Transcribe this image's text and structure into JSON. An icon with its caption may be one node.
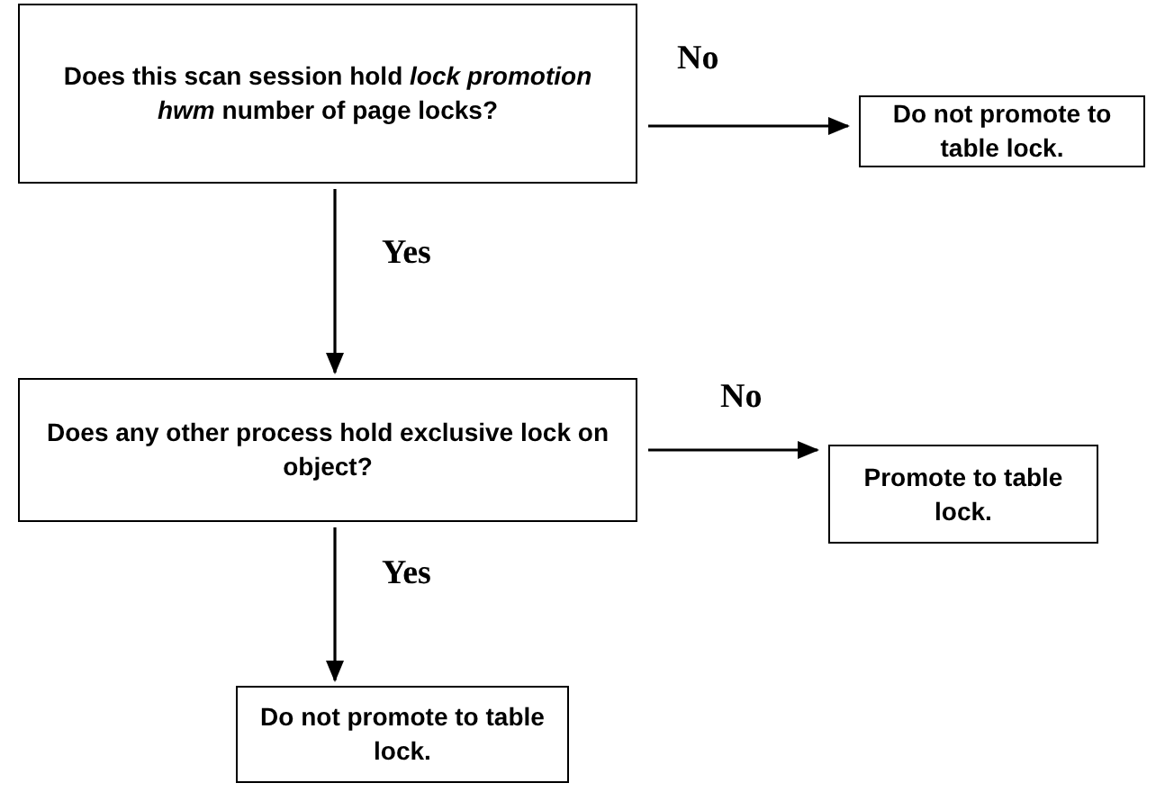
{
  "diagram": {
    "nodes": [
      {
        "text": [
          "Does this scan session hold *lock promotion hwm* number of page locks?"
        ]
      },
      {
        "text": [
          "Do not promote to table lock."
        ]
      },
      {
        "text": [
          "Does any other process hold exclusive lock on object?"
        ]
      },
      {
        "text": [
          "Promote to table lock."
        ]
      },
      {
        "text": [
          "Do not promote to table lock."
        ]
      }
    ],
    "edges": [
      {
        "from": 0,
        "to": 1,
        "arrow": "to",
        "label": "No"
      },
      {
        "from": 0,
        "to": 2,
        "arrow": "to",
        "label": "Yes"
      },
      {
        "from": 2,
        "to": 3,
        "arrow": "to",
        "label": "No"
      },
      {
        "from": 2,
        "to": 4,
        "arrow": "to",
        "label": "Yes"
      }
    ]
  }
}
